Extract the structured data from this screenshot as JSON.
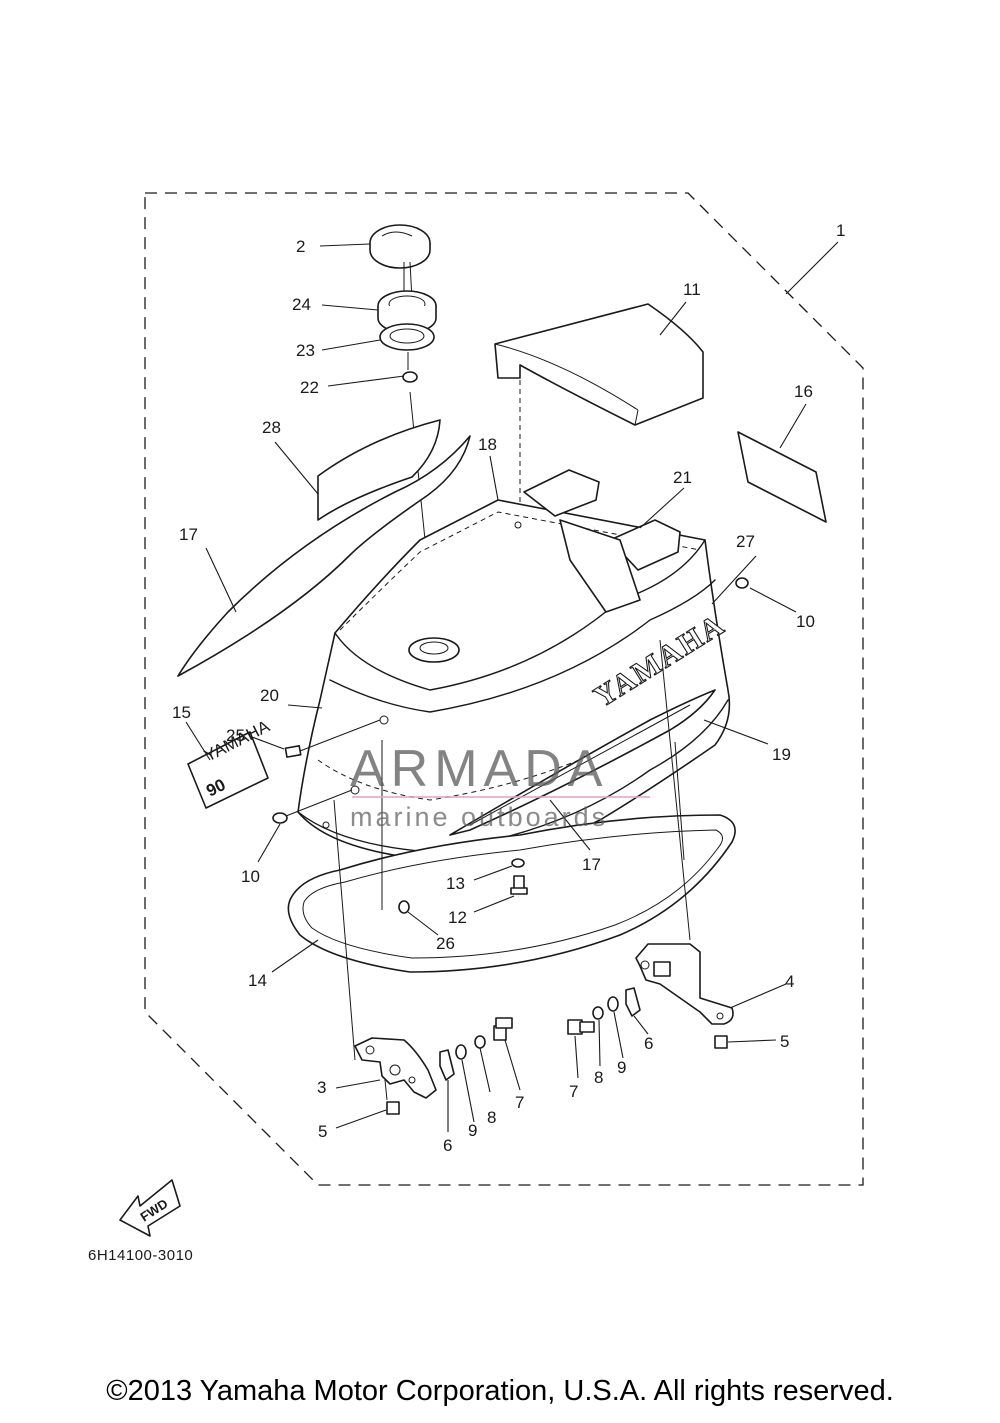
{
  "diagram_code": "6H14100-3010",
  "copyright": "©2013 Yamaha Motor Corporation, U.S.A. All rights reserved.",
  "watermark": {
    "title": "ARMADA",
    "subtitle": "marine outboards",
    "accent_color": "#e8a6c6"
  },
  "cowling_brand": "YAMAHA",
  "emblem": {
    "brand": "YAMAHA",
    "model": "90"
  },
  "fwd_label": "FWD",
  "callouts": [
    "1",
    "2",
    "24",
    "23",
    "22",
    "11",
    "16",
    "28",
    "18",
    "21",
    "27",
    "10",
    "17",
    "20",
    "15",
    "25",
    "19",
    "10",
    "17",
    "13",
    "12",
    "26",
    "14",
    "4",
    "5",
    "3",
    "5",
    "6",
    "9",
    "8",
    "7",
    "7",
    "8",
    "9",
    "6"
  ]
}
